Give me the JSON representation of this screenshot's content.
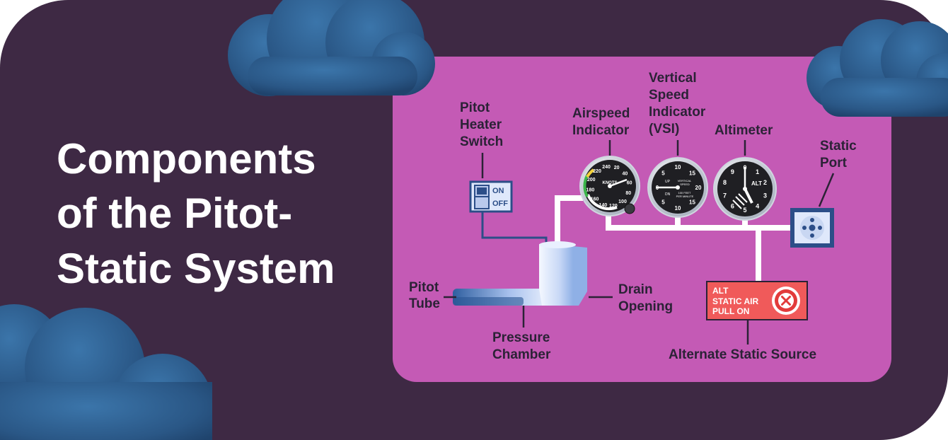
{
  "heading": {
    "lines": [
      "Components",
      "of the Pitot-",
      "Static System"
    ]
  },
  "labels": {
    "pitot_heater_switch": [
      "Pitot",
      "Heater",
      "Switch"
    ],
    "airspeed_indicator": [
      "Airspeed",
      "Indicator"
    ],
    "vsi": [
      "Vertical",
      "Speed",
      "Indicator",
      "(VSI)"
    ],
    "altimeter": [
      "Altimeter"
    ],
    "static_port": [
      "Static",
      "Port"
    ],
    "pitot_tube": [
      "Pitot",
      "Tube"
    ],
    "drain_opening": [
      "Drain",
      "Opening"
    ],
    "pressure_chamber": [
      "Pressure",
      "Chamber"
    ],
    "alternate_static_source": [
      "Alternate Static Source"
    ]
  },
  "switch": {
    "on": "ON",
    "off": "OFF"
  },
  "alt_static_panel": {
    "lines": [
      "ALT",
      "STATIC AIR",
      "PULL ON"
    ]
  },
  "gauges": {
    "airspeed": {
      "ticks": [
        "240",
        "20",
        "40",
        "60",
        "80",
        "100",
        "120",
        "140",
        "160",
        "180",
        "200",
        "220"
      ],
      "brand": "KNOTS"
    },
    "vsi": {
      "ticks": [
        "0",
        "5",
        "10",
        "15",
        "20",
        "15",
        "10",
        "5"
      ],
      "up": "UP",
      "dn": "DN",
      "caption": [
        "VERTICAL",
        "SPEED"
      ],
      "caption2": [
        "100 FEET",
        "PER MINUTE"
      ]
    },
    "altimeter": {
      "ticks": [
        "0",
        "1",
        "2",
        "3",
        "4",
        "5",
        "6",
        "7",
        "8",
        "9"
      ],
      "center": "ALT"
    }
  },
  "colors": {
    "background": "#3e2944",
    "panel": "#c45ab5",
    "cloud": "#2c5a87",
    "pipe": "#ffffff",
    "alt_panel": "#f05a5a",
    "label_text": "#2b2236",
    "blue_frame": "#2c4e88"
  }
}
